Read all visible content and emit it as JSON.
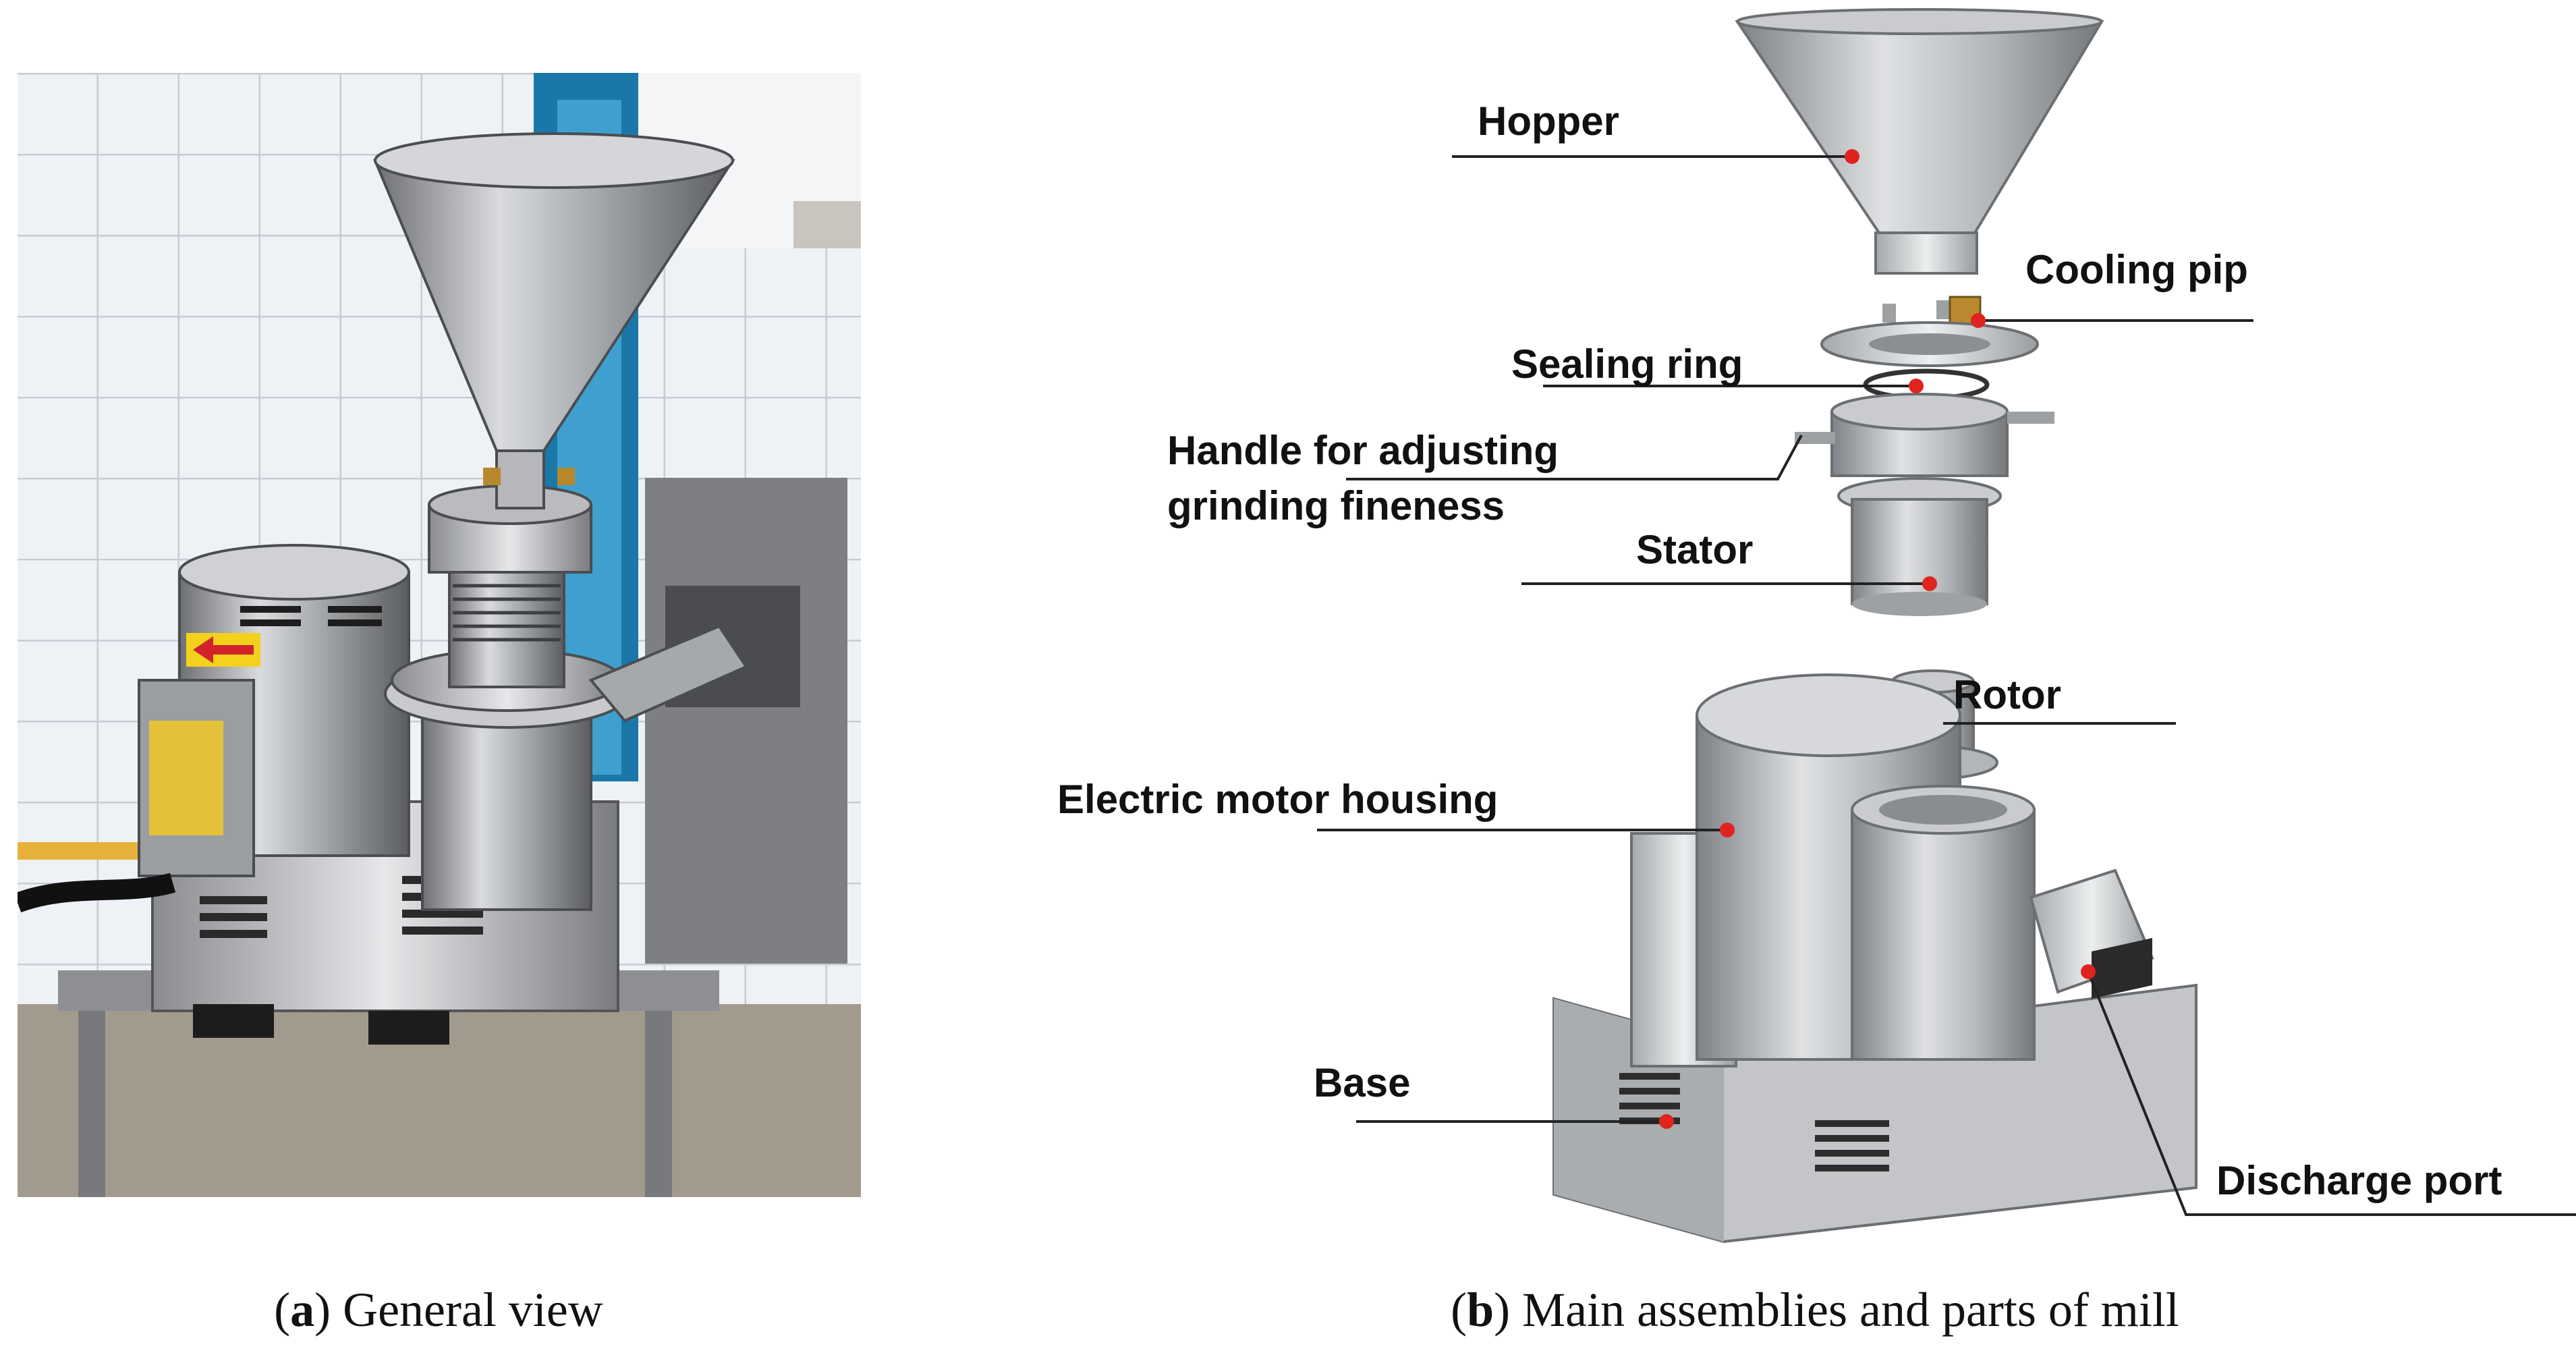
{
  "caption_a": {
    "letter": "a",
    "text": "General view"
  },
  "caption_b": {
    "letter": "b",
    "text": "Main assemblies and parts of mill"
  },
  "parts": {
    "hopper": "Hopper",
    "cooling_pip": "Cooling pip",
    "sealing_ring": "Sealing ring",
    "handle_line1": "Handle for adjusting",
    "handle_line2": "grinding fineness",
    "stator": "Stator",
    "rotor": "Rotor",
    "motor_housing": "Electric motor housing",
    "base": "Base",
    "discharge_port": "Discharge port"
  },
  "colors": {
    "marker": "#e0231f",
    "leader": "#222222"
  }
}
